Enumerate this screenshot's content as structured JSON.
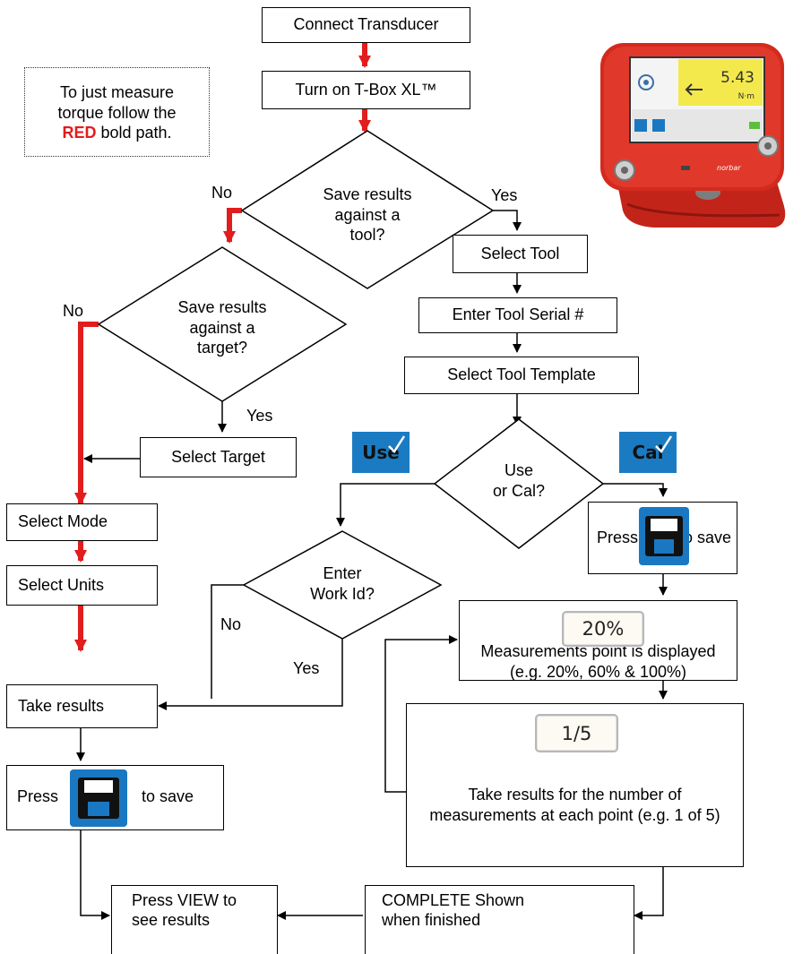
{
  "steps": {
    "connect": "Connect Transducer",
    "turn_on": "Turn on T-Box XL™",
    "select_tool": "Select Tool",
    "enter_serial": "Enter Tool Serial #",
    "select_template": "Select Tool Template",
    "select_target": "Select Target",
    "select_mode": "Select Mode",
    "select_units": "Select Units",
    "take_results": "Take results",
    "press_view": [
      "Press VIEW to",
      "see results"
    ],
    "complete_shown": [
      "COMPLETE Shown",
      "when finished"
    ]
  },
  "decisions": {
    "tool": [
      "Save results",
      "against a",
      "tool?"
    ],
    "target": [
      "Save results",
      "against a",
      "target?"
    ],
    "use_cal": [
      "Use",
      "or Cal?"
    ],
    "work_id": [
      "Enter",
      "Work Id?"
    ]
  },
  "edge_labels": {
    "no": "No",
    "yes": "Yes"
  },
  "note": {
    "line1": "To just measure",
    "line2": "torque follow the",
    "red_word": "RED",
    "line3_rest": " bold path."
  },
  "save_step": {
    "press": "Press",
    "to_save": "to save"
  },
  "cal_steps": {
    "measurement_point": [
      "Measurements point is displayed",
      "(e.g. 20%, 60% & 100%)"
    ],
    "take_results_count": [
      "Take results for the number of",
      "measurements at each point (e.g. 1 of 5)"
    ]
  },
  "displays": {
    "percent": "20%",
    "count": "1/5"
  },
  "buttons": {
    "use": "Use",
    "cal": "Cal"
  },
  "device": {
    "reading": "5.43",
    "unit": "N·m",
    "brand": "norbar"
  },
  "colors": {
    "red_path": "#e21d1d",
    "icon_blue": "#1a78c2",
    "device_red": "#d42a1e"
  }
}
